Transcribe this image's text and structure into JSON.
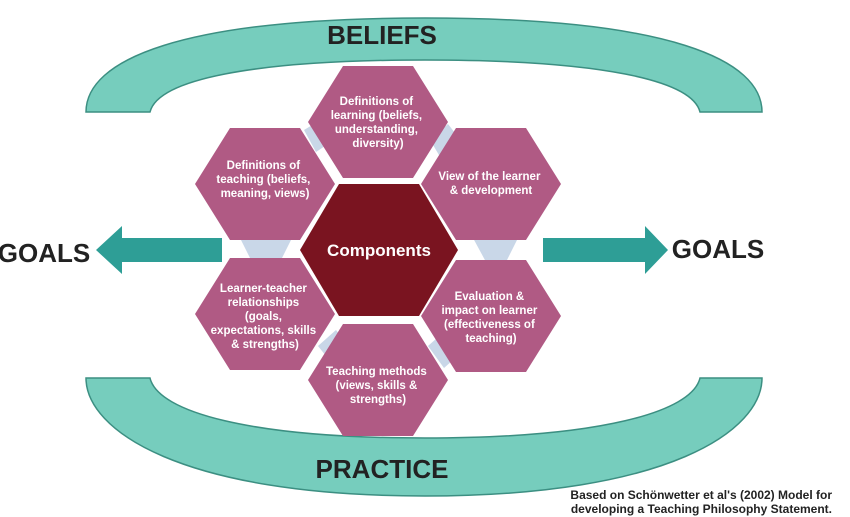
{
  "labels": {
    "beliefs": "BELIEFS",
    "practice": "PRACTICE",
    "goals_left": "GOALS",
    "goals_right": "GOALS",
    "center": "Components"
  },
  "hexagons": [
    {
      "id": "definitions-of-learning",
      "lines": [
        "Definitions of",
        "learning (beliefs,",
        "understanding,",
        "diversity)"
      ]
    },
    {
      "id": "view-of-learner",
      "lines": [
        "View of the learner",
        "& development"
      ]
    },
    {
      "id": "evaluation",
      "lines": [
        "Evaluation &",
        "impact on learner",
        "(effectiveness of",
        "teaching)"
      ]
    },
    {
      "id": "teaching-methods",
      "lines": [
        "Teaching methods",
        "(views, skills &",
        "strengths)"
      ]
    },
    {
      "id": "learner-teacher-relationships",
      "lines": [
        "Learner-teacher",
        "relationships",
        "(goals,",
        "expectations, skills",
        "& strengths)"
      ]
    },
    {
      "id": "definitions-of-teaching",
      "lines": [
        "Definitions of",
        "teaching (beliefs,",
        "meaning, views)"
      ]
    }
  ],
  "caption": {
    "line1": "Based on Schönwetter et al's (2002) Model for",
    "line2": "developing a Teaching Philosophy Statement."
  },
  "colors": {
    "teal": "#76cdbd",
    "teal_arrow": "#2e9e96",
    "hex": "#b05a84",
    "center": "#7a1420",
    "connector": "#c9d7e8",
    "text_dark": "#222222"
  }
}
